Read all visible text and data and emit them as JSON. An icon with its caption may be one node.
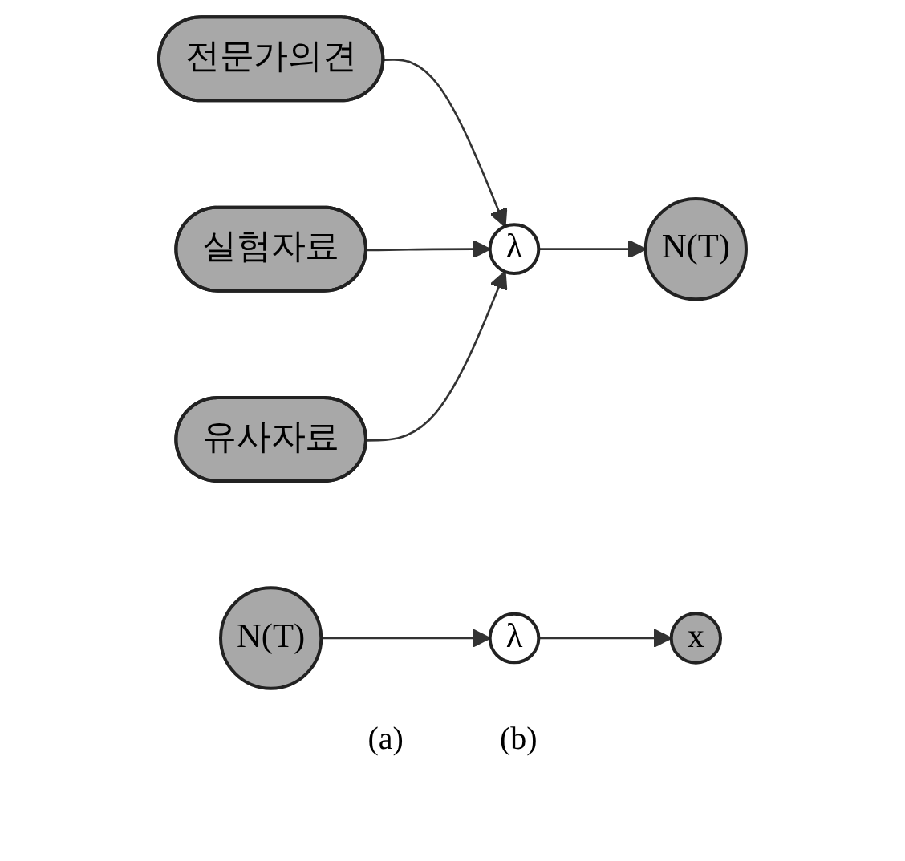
{
  "diagram": {
    "nodes": [
      {
        "text": [
          "전문가의견"
        ]
      },
      {
        "text": [
          "실험자료"
        ]
      },
      {
        "text": [
          "유사자료"
        ]
      },
      {
        "text": [
          "λ"
        ]
      },
      {
        "text": [
          "N(T)"
        ]
      },
      {
        "text": [
          "x"
        ]
      },
      {
        "text": [
          "λ"
        ]
      },
      {
        "text": [
          "N(T)"
        ]
      }
    ],
    "edges": [
      {
        "from": 0,
        "to": 3,
        "arrow": "to"
      },
      {
        "from": 1,
        "to": 3,
        "arrow": "to"
      },
      {
        "from": 2,
        "to": 3,
        "arrow": "to"
      },
      {
        "from": 3,
        "to": 4,
        "arrow": "to"
      },
      {
        "from": 7,
        "to": 6,
        "arrow": "to"
      },
      {
        "from": 6,
        "to": 5,
        "arrow": "to"
      }
    ],
    "labels": [
      "(a)",
      "(b)"
    ]
  }
}
